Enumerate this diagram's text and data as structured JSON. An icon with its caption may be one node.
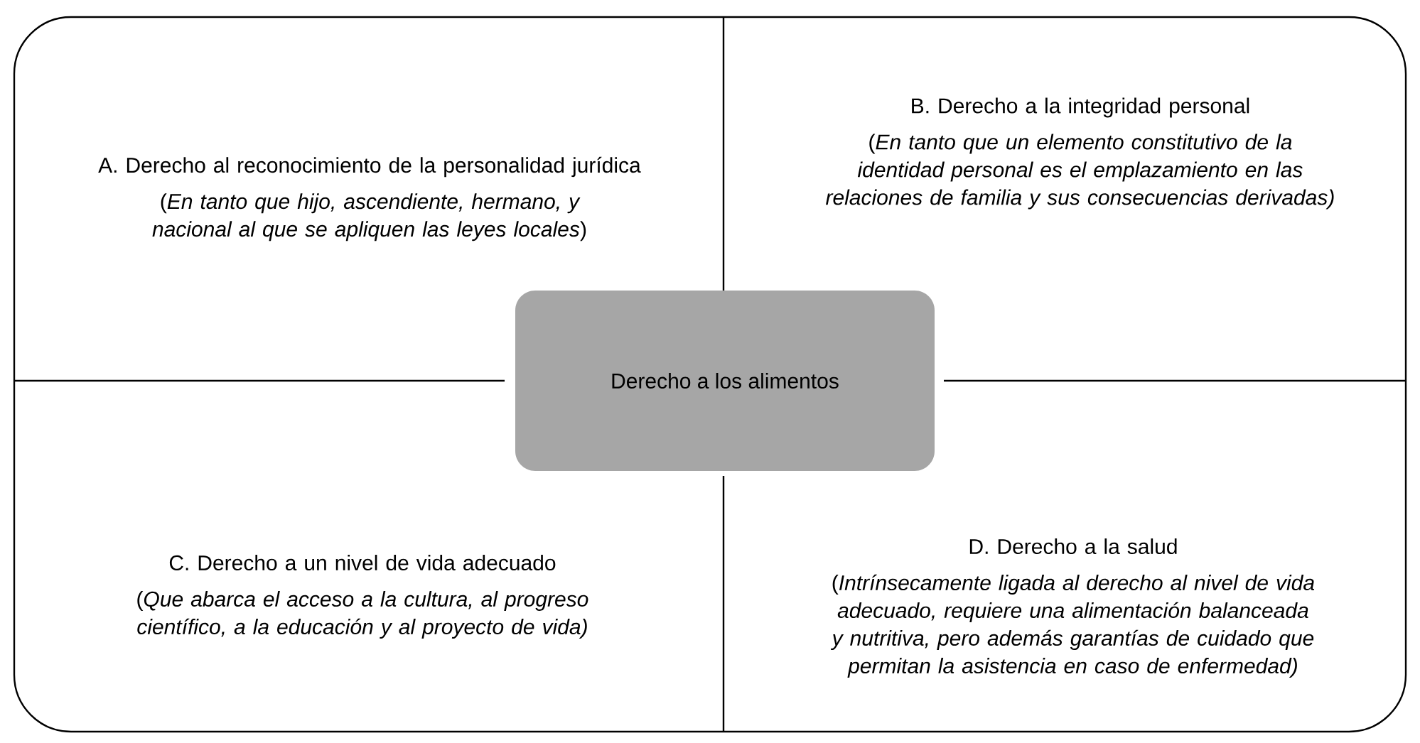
{
  "diagram": {
    "nodes": [
      {
        "text": [
          "A. Derecho al reconocimiento de la personalidad jurídica",
          "(*En tanto que hijo, ascendiente, hermano, y nacional al que se apliquen las leyes locales*)"
        ]
      },
      {
        "text": [
          "B. Derecho a la integridad personal",
          "(*En tanto que un elemento constitutivo de la identidad personal es el emplazamiento en las relaciones de familia y sus consecuencias derivadas)*"
        ]
      },
      {
        "text": [
          "Derecho a los alimentos"
        ]
      },
      {
        "text": [
          "C. Derecho a un nivel de vida adecuado",
          "(*Que abarca el acceso a la cultura, al progreso científico, a la educación y al proyecto de vida)*"
        ]
      },
      {
        "text": [
          "D. Derecho a la salud",
          "(*Intrínsecamente ligada al derecho al nivel de vida adecuado, requiere una alimentación balanceada y nutritiva, pero además garantías de cuidado que permitan la asistencia en caso de enfermedad)*"
        ]
      }
    ]
  }
}
